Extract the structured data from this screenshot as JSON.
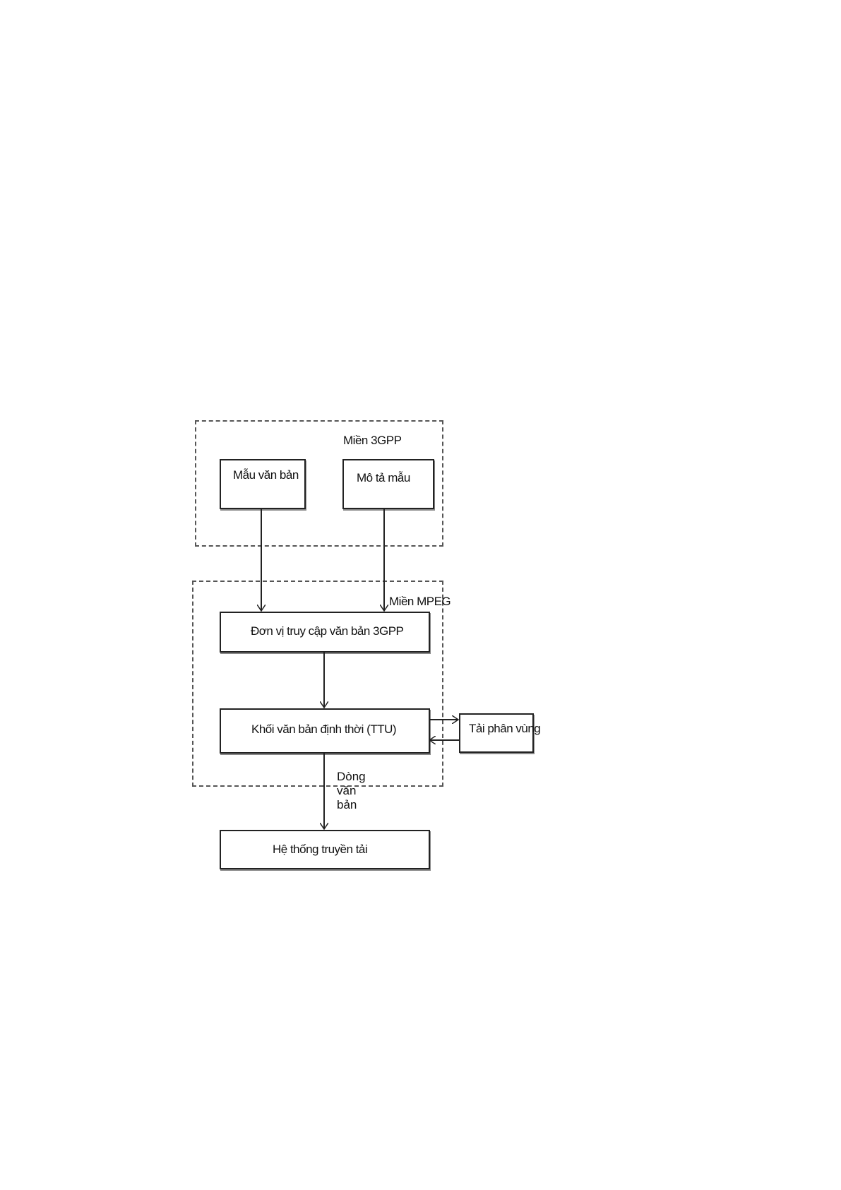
{
  "domains": {
    "gpp": {
      "label": "Miền 3GPP"
    },
    "mpeg": {
      "label": "Miền MPEG"
    }
  },
  "nodes": {
    "text_sample": "Mẫu văn bản",
    "sample_description": "Mô tả mẫu",
    "access_unit": "Đơn vị truy cập văn bản 3GPP",
    "ttu": "Khối văn bản định thời (TTU)",
    "partial_load": "Tải phân vùng",
    "transport": "Hệ thống truyền tải"
  },
  "edges": {
    "text_stream_line1": "Dòng",
    "text_stream_line2": "văn",
    "text_stream_line3": "bản"
  }
}
